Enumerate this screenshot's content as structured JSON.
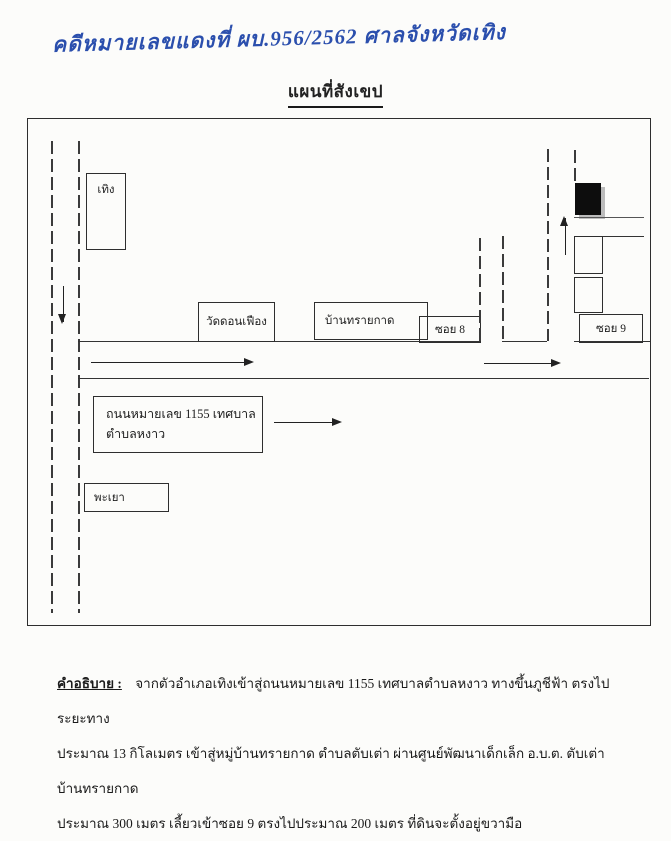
{
  "colors": {
    "ink": "#222222",
    "handwriting_blue": "#2b4fad",
    "paper": "#fcfcfa",
    "plot_marker": "#0d0d0d"
  },
  "header": {
    "case_number_handwritten": "คดีหมายเลขแดงที่ ผบ.956/2562   ศาลจังหวัดเทิง",
    "title": "แผนที่สังเขป"
  },
  "map": {
    "district_box": "เทิง",
    "temple_box": "วัดดอนเฟือง",
    "village_box": "บ้านทรายกาด",
    "soi8_box": "ซอย 8",
    "soi9_box": "ซอย 9",
    "highway_box_line1": "ถนนหมายเลข 1155 เทศบาล",
    "highway_box_line2": "ตำบลหงาว",
    "phayao_box": "พะเยา"
  },
  "description": {
    "heading": "คำอธิบาย :",
    "line1_rest": "จากตัวอำเภอเทิงเข้าสู่ถนนหมายเลข 1155 เทศบาลตำบลหงาว ทางขึ้นภูชีฟ้า ตรงไประยะทาง",
    "line2": "ประมาณ 13 กิโลเมตร เข้าสู่หมู่บ้านทรายกาด ตำบลตับเต่า ผ่านศูนย์พัฒนาเด็กเล็ก อ.บ.ต. ตับเต่า บ้านทรายกาด",
    "line3": "ประมาณ 300 เมตร เลี้ยวเข้าซอย 9 ตรงไปประมาณ 200 เมตร ที่ดินจะตั้งอยู่ขวามือ"
  }
}
